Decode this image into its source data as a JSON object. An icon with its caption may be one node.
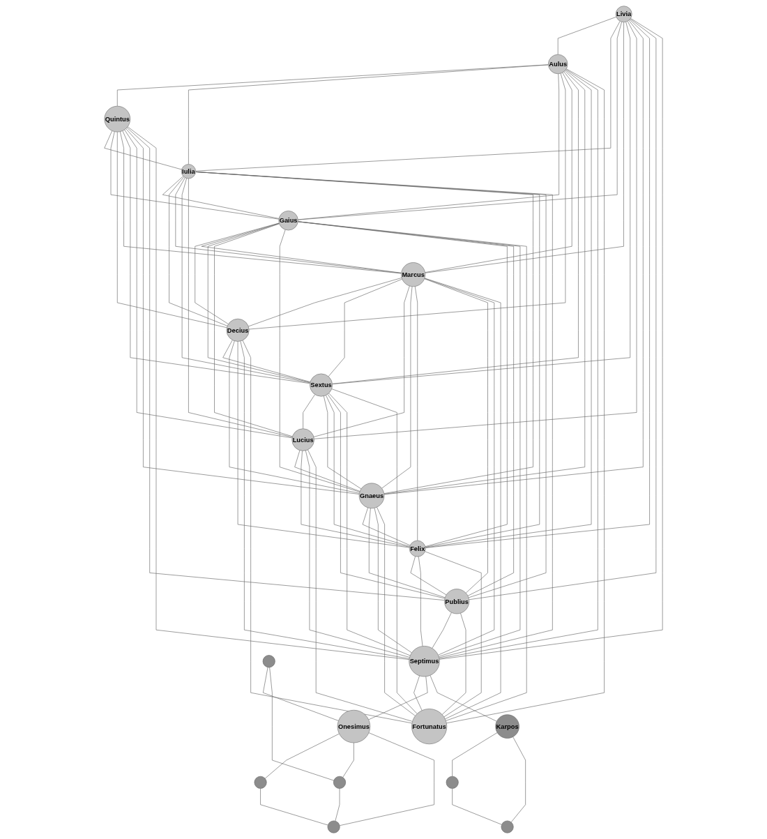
{
  "diagram": {
    "nodes": [
      {
        "text": [
          "Livia"
        ]
      },
      {
        "text": [
          "Quintus"
        ]
      },
      {
        "text": [
          "Aulus"
        ]
      },
      {
        "text": [
          "Iulia"
        ]
      },
      {
        "text": [
          "Gaius"
        ]
      },
      {
        "text": [
          "Decius"
        ]
      },
      {
        "text": [
          "Marcus"
        ]
      },
      {
        "text": [
          "Sextus"
        ]
      },
      {
        "text": [
          "Lucius"
        ]
      },
      {
        "text": [
          "Gnaeus"
        ]
      },
      {
        "text": [
          "Felix"
        ]
      },
      {
        "text": [
          "Publius"
        ]
      },
      {
        "text": [
          "Septimus"
        ]
      },
      {
        "text": [],
        "shape": "circle"
      },
      {
        "text": [
          "Fortunatus"
        ]
      },
      {
        "text": [],
        "shape": "circle"
      },
      {
        "text": [
          "Onesimus"
        ]
      },
      {
        "text": [],
        "shape": "circle"
      },
      {
        "text": [
          "Karpos"
        ]
      },
      {
        "text": [],
        "shape": "circle"
      },
      {
        "text": [],
        "shape": "circle"
      },
      {
        "text": [],
        "shape": "circle"
      }
    ],
    "edges": [
      {
        "from": 0,
        "to": 2,
        "arrow": "none"
      },
      {
        "from": 0,
        "to": 3,
        "arrow": "none"
      },
      {
        "from": 0,
        "to": 4,
        "arrow": "none"
      },
      {
        "from": 0,
        "to": 6,
        "arrow": "none"
      },
      {
        "from": 0,
        "to": 7,
        "arrow": "none"
      },
      {
        "from": 0,
        "to": 8,
        "arrow": "none"
      },
      {
        "from": 0,
        "to": 9,
        "arrow": "none"
      },
      {
        "from": 0,
        "to": 10,
        "arrow": "none"
      },
      {
        "from": 0,
        "to": 11,
        "arrow": "none"
      },
      {
        "from": 0,
        "to": 12,
        "arrow": "none"
      },
      {
        "from": 1,
        "to": 2,
        "arrow": "none"
      },
      {
        "from": 1,
        "to": 3,
        "arrow": "none"
      },
      {
        "from": 1,
        "to": 4,
        "arrow": "none"
      },
      {
        "from": 1,
        "to": 5,
        "arrow": "none"
      },
      {
        "from": 1,
        "to": 6,
        "arrow": "none"
      },
      {
        "from": 1,
        "to": 7,
        "arrow": "none"
      },
      {
        "from": 1,
        "to": 8,
        "arrow": "none"
      },
      {
        "from": 1,
        "to": 9,
        "arrow": "none"
      },
      {
        "from": 1,
        "to": 11,
        "arrow": "none"
      },
      {
        "from": 1,
        "to": 12,
        "arrow": "none"
      },
      {
        "from": 2,
        "to": 3,
        "arrow": "none"
      },
      {
        "from": 2,
        "to": 4,
        "arrow": "none"
      },
      {
        "from": 2,
        "to": 5,
        "arrow": "none"
      },
      {
        "from": 2,
        "to": 6,
        "arrow": "none"
      },
      {
        "from": 2,
        "to": 7,
        "arrow": "none"
      },
      {
        "from": 2,
        "to": 9,
        "arrow": "none"
      },
      {
        "from": 2,
        "to": 10,
        "arrow": "none"
      },
      {
        "from": 2,
        "to": 12,
        "arrow": "none"
      },
      {
        "from": 2,
        "to": 14,
        "arrow": "none"
      },
      {
        "from": 3,
        "to": 4,
        "arrow": "none"
      },
      {
        "from": 3,
        "to": 5,
        "arrow": "none"
      },
      {
        "from": 3,
        "to": 6,
        "arrow": "none"
      },
      {
        "from": 3,
        "to": 7,
        "arrow": "none"
      },
      {
        "from": 3,
        "to": 8,
        "arrow": "none"
      },
      {
        "from": 3,
        "to": 9,
        "arrow": "none"
      },
      {
        "from": 3,
        "to": 10,
        "arrow": "none"
      },
      {
        "from": 3,
        "to": 11,
        "arrow": "none"
      },
      {
        "from": 3,
        "to": 12,
        "arrow": "none"
      },
      {
        "from": 4,
        "to": 5,
        "arrow": "none"
      },
      {
        "from": 4,
        "to": 6,
        "arrow": "none"
      },
      {
        "from": 4,
        "to": 7,
        "arrow": "none"
      },
      {
        "from": 4,
        "to": 8,
        "arrow": "none"
      },
      {
        "from": 4,
        "to": 9,
        "arrow": "none"
      },
      {
        "from": 4,
        "to": 10,
        "arrow": "none"
      },
      {
        "from": 4,
        "to": 11,
        "arrow": "none"
      },
      {
        "from": 4,
        "to": 12,
        "arrow": "none"
      },
      {
        "from": 4,
        "to": 14,
        "arrow": "none"
      },
      {
        "from": 5,
        "to": 6,
        "arrow": "none"
      },
      {
        "from": 5,
        "to": 7,
        "arrow": "none"
      },
      {
        "from": 5,
        "to": 9,
        "arrow": "none"
      },
      {
        "from": 5,
        "to": 10,
        "arrow": "none"
      },
      {
        "from": 5,
        "to": 12,
        "arrow": "none"
      },
      {
        "from": 5,
        "to": 14,
        "arrow": "none"
      },
      {
        "from": 6,
        "to": 7,
        "arrow": "none"
      },
      {
        "from": 6,
        "to": 8,
        "arrow": "none"
      },
      {
        "from": 6,
        "to": 9,
        "arrow": "none"
      },
      {
        "from": 6,
        "to": 10,
        "arrow": "none"
      },
      {
        "from": 6,
        "to": 11,
        "arrow": "none"
      },
      {
        "from": 6,
        "to": 12,
        "arrow": "none"
      },
      {
        "from": 6,
        "to": 14,
        "arrow": "none"
      },
      {
        "from": 7,
        "to": 8,
        "arrow": "none"
      },
      {
        "from": 7,
        "to": 9,
        "arrow": "none"
      },
      {
        "from": 7,
        "to": 10,
        "arrow": "none"
      },
      {
        "from": 7,
        "to": 11,
        "arrow": "none"
      },
      {
        "from": 7,
        "to": 12,
        "arrow": "none"
      },
      {
        "from": 7,
        "to": 14,
        "arrow": "none"
      },
      {
        "from": 8,
        "to": 9,
        "arrow": "none"
      },
      {
        "from": 8,
        "to": 10,
        "arrow": "none"
      },
      {
        "from": 8,
        "to": 12,
        "arrow": "none"
      },
      {
        "from": 8,
        "to": 14,
        "arrow": "none"
      },
      {
        "from": 9,
        "to": 10,
        "arrow": "none"
      },
      {
        "from": 9,
        "to": 11,
        "arrow": "none"
      },
      {
        "from": 9,
        "to": 12,
        "arrow": "none"
      },
      {
        "from": 9,
        "to": 14,
        "arrow": "none"
      },
      {
        "from": 10,
        "to": 11,
        "arrow": "none"
      },
      {
        "from": 10,
        "to": 12,
        "arrow": "none"
      },
      {
        "from": 10,
        "to": 14,
        "arrow": "none"
      },
      {
        "from": 11,
        "to": 12,
        "arrow": "none"
      },
      {
        "from": 11,
        "to": 14,
        "arrow": "none"
      },
      {
        "from": 12,
        "to": 14,
        "arrow": "none"
      },
      {
        "from": 12,
        "to": 16,
        "arrow": "none"
      },
      {
        "from": 12,
        "to": 18,
        "arrow": "none"
      },
      {
        "from": 13,
        "to": 16,
        "arrow": "none"
      },
      {
        "from": 13,
        "to": 17,
        "arrow": "none"
      },
      {
        "from": 16,
        "to": 15,
        "arrow": "none"
      },
      {
        "from": 16,
        "to": 17,
        "arrow": "none"
      },
      {
        "from": 16,
        "to": 21,
        "arrow": "none"
      },
      {
        "from": 15,
        "to": 21,
        "arrow": "none"
      },
      {
        "from": 17,
        "to": 21,
        "arrow": "none"
      },
      {
        "from": 18,
        "to": 19,
        "arrow": "none"
      },
      {
        "from": 18,
        "to": 20,
        "arrow": "none"
      },
      {
        "from": 19,
        "to": 20,
        "arrow": "none"
      }
    ]
  }
}
